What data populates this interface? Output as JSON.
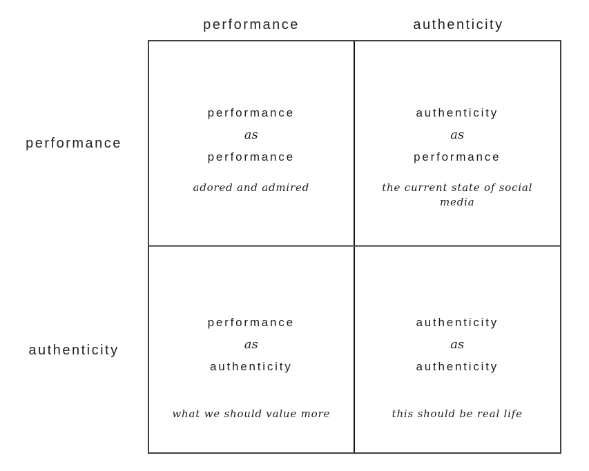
{
  "matrix": {
    "column_headers": [
      "performance",
      "authenticity"
    ],
    "row_headers": [
      "performance",
      "authenticity"
    ],
    "connector_word": "as",
    "cells": [
      {
        "top": "performance",
        "middle": "as",
        "bottom": "performance",
        "caption": "adored and admired"
      },
      {
        "top": "authenticity",
        "middle": "as",
        "bottom": "performance",
        "caption": "the current state of social media"
      },
      {
        "top": "performance",
        "middle": "as",
        "bottom": "authenticity",
        "caption": "what we should value more"
      },
      {
        "top": "authenticity",
        "middle": "as",
        "bottom": "authenticity",
        "caption": "this should be real life"
      }
    ],
    "colors": {
      "text": "#1c1c1c",
      "outer_border": "#3e3e3e",
      "vertical_divider": "#141414",
      "horizontal_divider": "#7e7e7e",
      "background": "#ffffff"
    }
  }
}
